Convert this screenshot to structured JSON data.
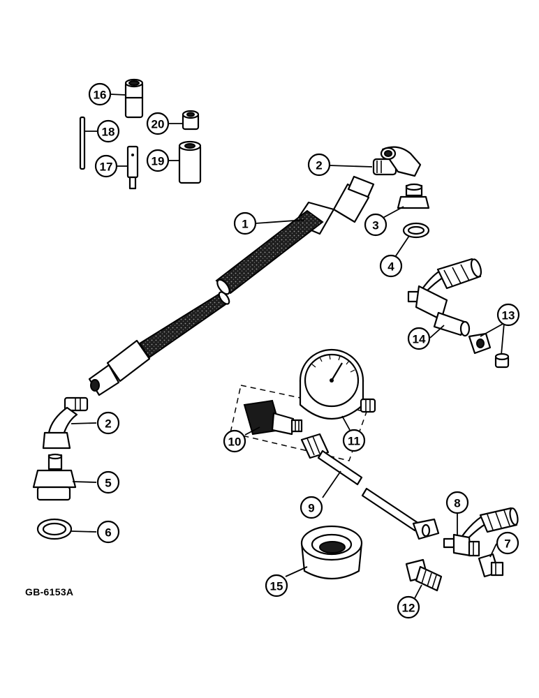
{
  "figure_ref": "GB-6153A",
  "callouts": [
    {
      "id": "c16",
      "label": "16"
    },
    {
      "id": "c18",
      "label": "18"
    },
    {
      "id": "c20",
      "label": "20"
    },
    {
      "id": "c17",
      "label": "17"
    },
    {
      "id": "c19",
      "label": "19"
    },
    {
      "id": "c2a",
      "label": "2"
    },
    {
      "id": "c1",
      "label": "1"
    },
    {
      "id": "c3",
      "label": "3"
    },
    {
      "id": "c4",
      "label": "4"
    },
    {
      "id": "c13",
      "label": "13"
    },
    {
      "id": "c14",
      "label": "14"
    },
    {
      "id": "c2b",
      "label": "2"
    },
    {
      "id": "c5",
      "label": "5"
    },
    {
      "id": "c6",
      "label": "6"
    },
    {
      "id": "c10",
      "label": "10"
    },
    {
      "id": "c11",
      "label": "11"
    },
    {
      "id": "c9",
      "label": "9"
    },
    {
      "id": "c8",
      "label": "8"
    },
    {
      "id": "c7",
      "label": "7"
    },
    {
      "id": "c15",
      "label": "15"
    },
    {
      "id": "c12",
      "label": "12"
    }
  ]
}
